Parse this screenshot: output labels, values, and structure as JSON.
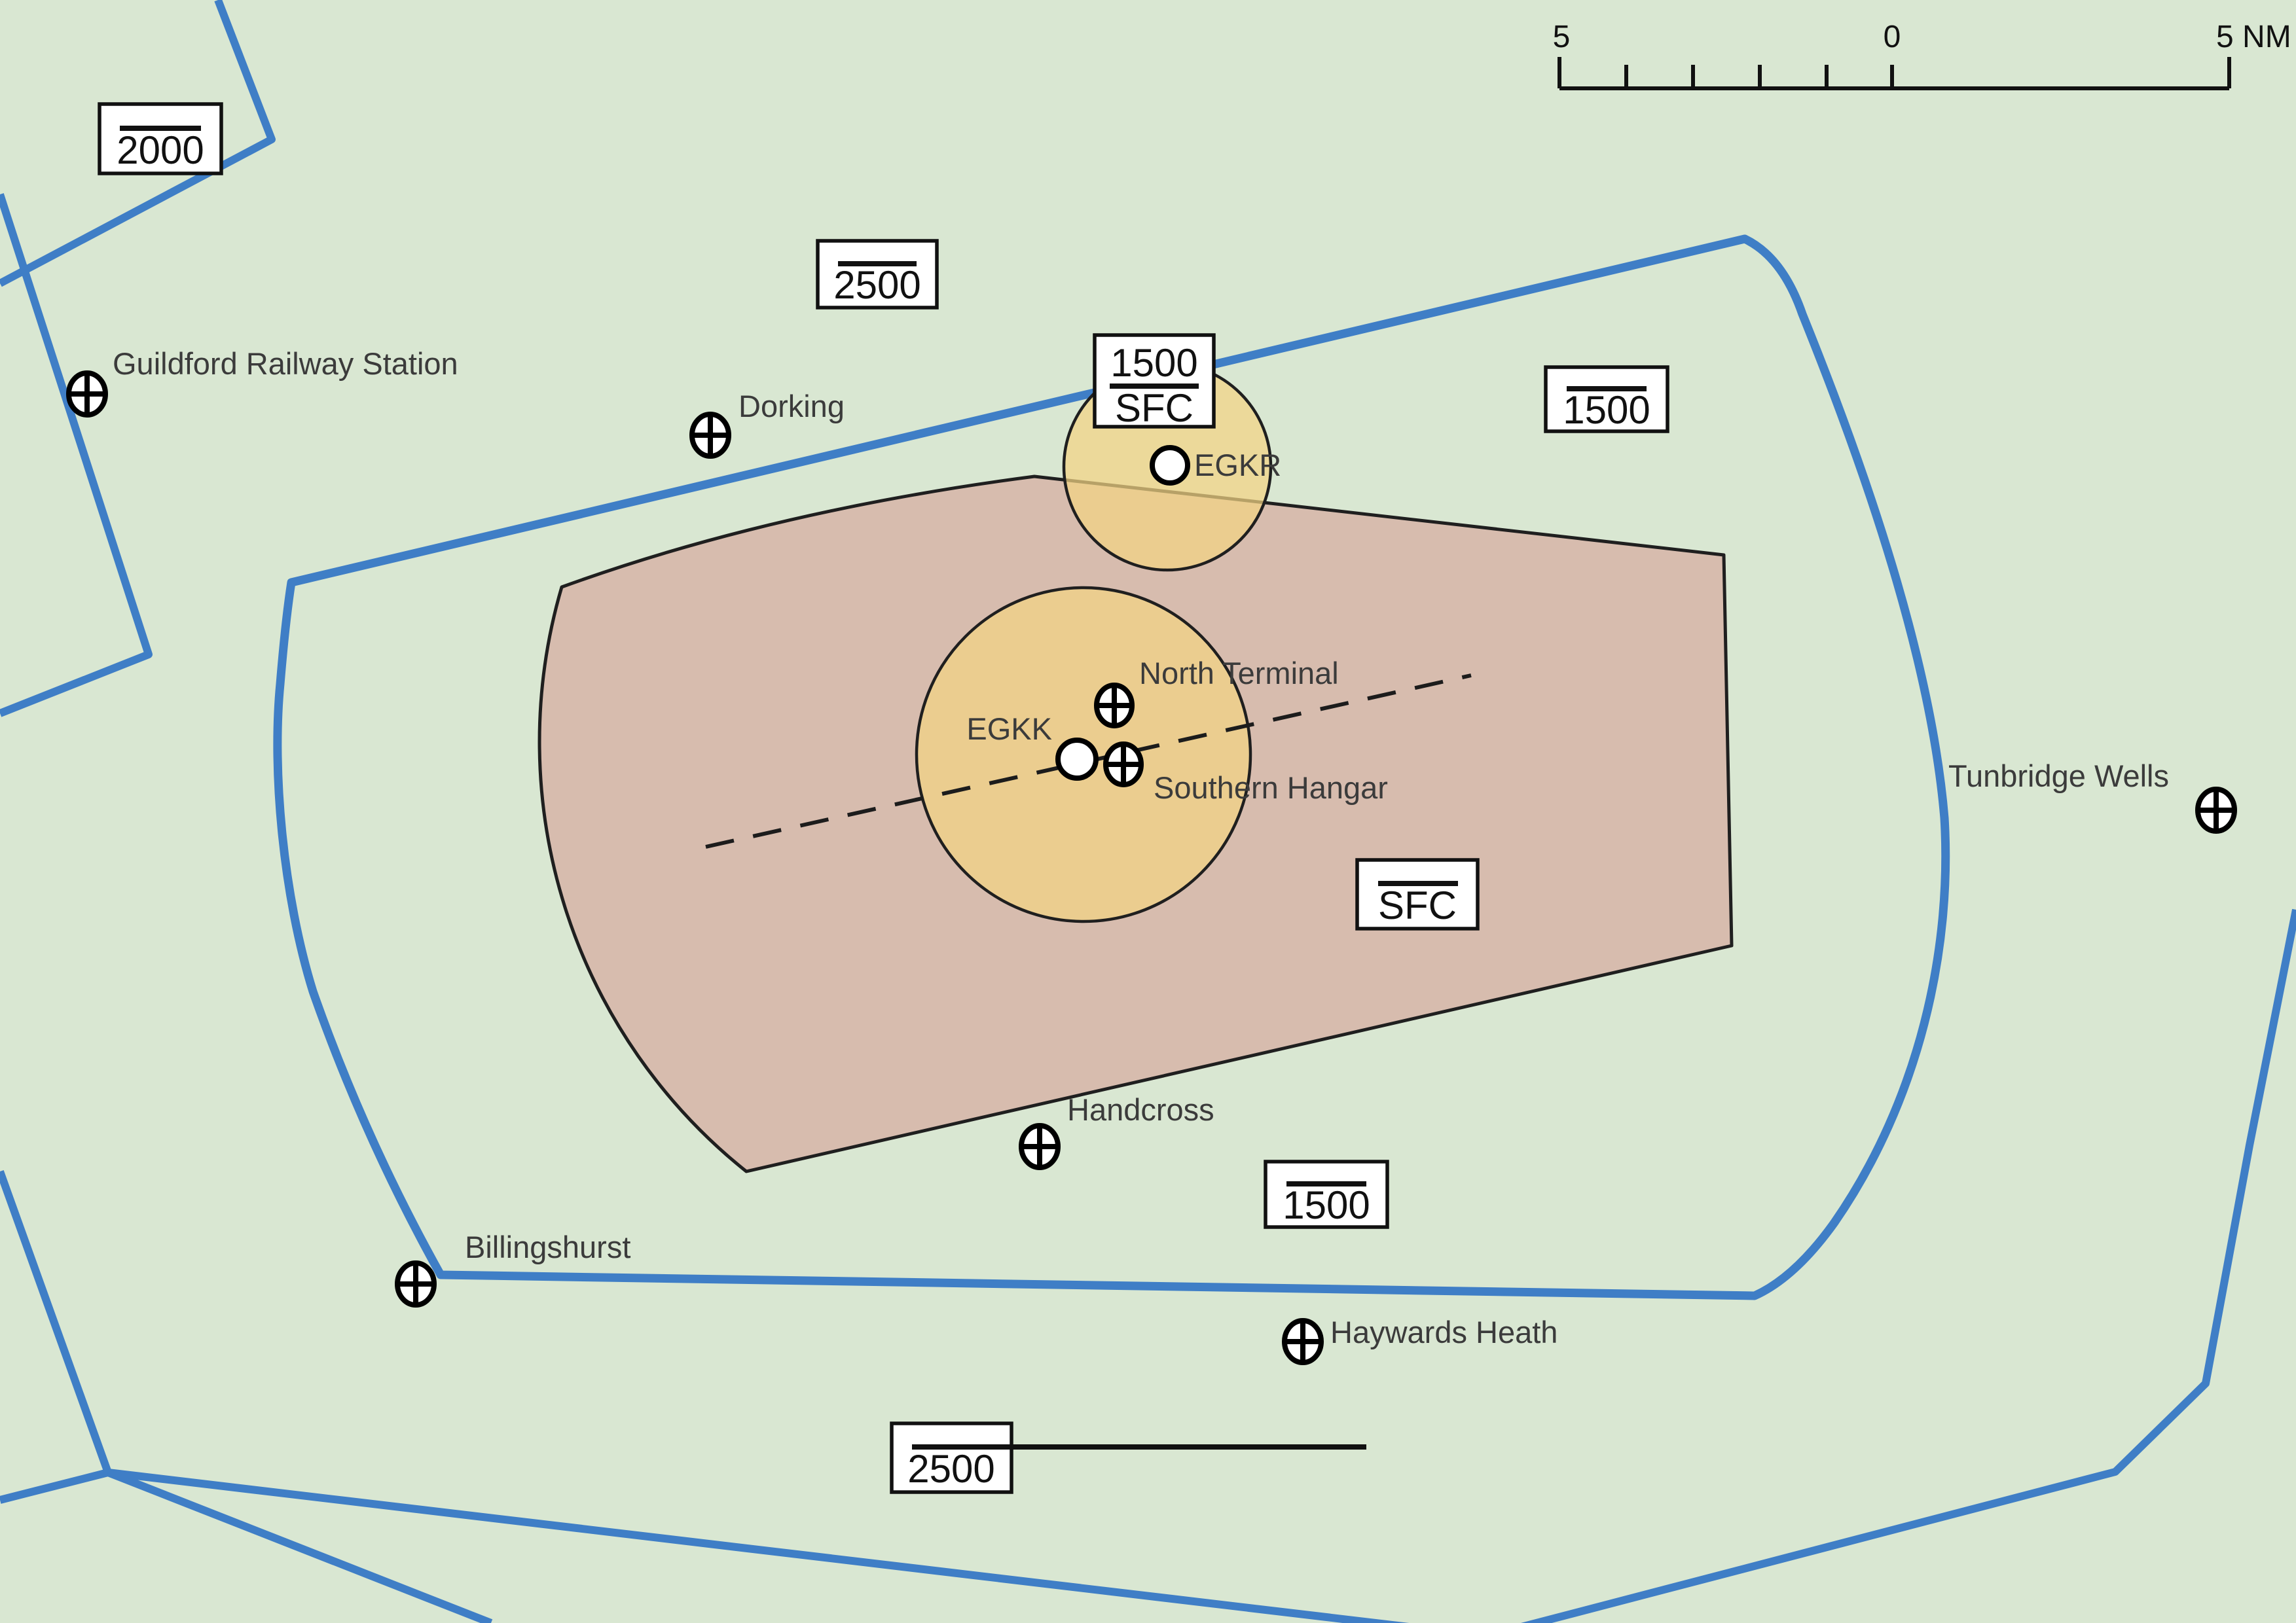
{
  "colors": {
    "background": "#d9e7d2",
    "boundary_blue": "#3f7ec6",
    "ctr_fill": "#d7bcae",
    "atz_fill": "#f2d484",
    "outline_black": "#1f1f1f",
    "text": "#3b3b3b"
  },
  "scalebar": {
    "left": "5",
    "mid": "0",
    "right": "5 NM"
  },
  "boxes": {
    "b2000": {
      "value": "2000"
    },
    "b2500_top": {
      "value": "2500"
    },
    "b1500_sfc": {
      "upper": "1500",
      "lower": "SFC"
    },
    "b1500_east": {
      "value": "1500"
    },
    "b_sfc": {
      "value": "SFC"
    },
    "b1500_south": {
      "value": "1500"
    },
    "b2500_south": {
      "value": "2500"
    }
  },
  "airports": {
    "egkr": {
      "code": "EGKR"
    },
    "egkk": {
      "code": "EGKK",
      "north_terminal": "North Terminal",
      "southern_hangar": "Southern Hangar"
    }
  },
  "places": {
    "guildford": {
      "label": "Guildford Railway Station"
    },
    "dorking": {
      "label": "Dorking"
    },
    "tunbridge": {
      "label": "Tunbridge Wells"
    },
    "handcross": {
      "label": "Handcross"
    },
    "billingshurst": {
      "label": "Billingshurst"
    },
    "haywards": {
      "label": "Haywards Heath"
    }
  }
}
